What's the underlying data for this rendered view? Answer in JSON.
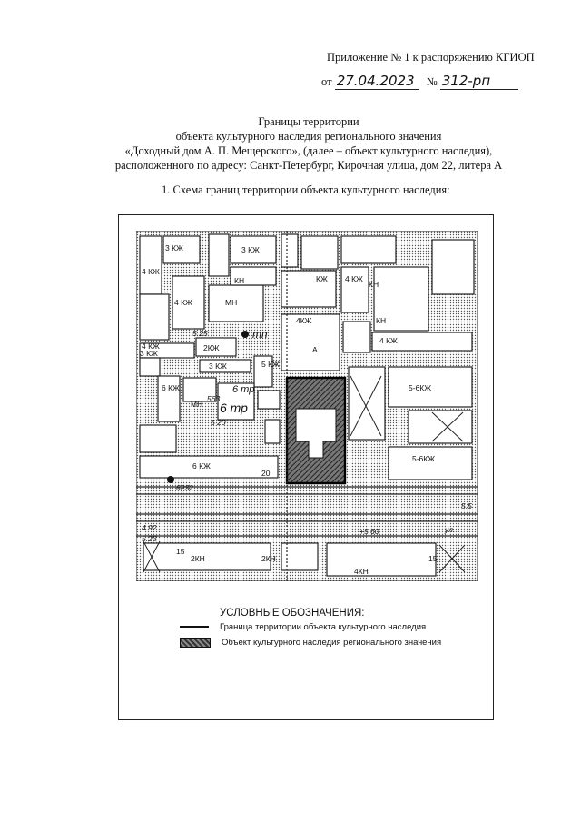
{
  "header": {
    "appendix": "Приложение № 1 к распоряжению КГИОП",
    "from": "от",
    "date": "27.04.2023",
    "no": "№",
    "number": "312-рп"
  },
  "title": {
    "line1": "Границы территории",
    "line2": "объекта культурного наследия регионального значения",
    "line3": "«Доходный дом А. П. Мещерского», (далее – объект культурного наследия),",
    "line4": "расположенного по адресу: Санкт-Петербург, Кирочная улица, дом 22, литера А"
  },
  "section": "1.   Схема границ территории объекта культурного наследия:",
  "map_labels": {
    "b1": "3 КЖ",
    "b2": "3 КЖ",
    "b3": "4 КЖ",
    "b4": "4 КЖ",
    "b5": "4 КЖ",
    "b6": "КЖ",
    "b7": "КН",
    "b8": "4КЖ",
    "b9": "МН",
    "b10": "4 КЖ",
    "b11": "3 КЖ",
    "b12": "2КЖ",
    "b13": "4 КЖ",
    "b14": "3 КЖ",
    "b15": "5 КЖ",
    "b16": "6 КЖ",
    "b17": "5-6КЖ",
    "b18": "5-6КЖ",
    "b19": "6 КЖ",
    "b20": "МН",
    "b21": "2КН",
    "b22": "2КН",
    "b23": "4КН",
    "b24": "КН",
    "b25": "КН",
    "a": "А",
    "num20": "20",
    "num15a": "15",
    "num15b": "15",
    "h525": "5.25",
    "h563": "563",
    "h520": "5 20",
    "h6232": "6232",
    "h55": "5.5",
    "h492": "4.92",
    "h523": "5.23",
    "h560": "+5.60",
    "tp1": "6 тр",
    "tp2": "6 тр",
    "tm": "тп",
    "ul": "ул."
  },
  "legend": {
    "title": "УСЛОВНЫЕ ОБОЗНАЧЕНИЯ:",
    "boundary": "Граница территории объекта культурного наследия",
    "object": "Объект культурного наследия регионального значения"
  }
}
